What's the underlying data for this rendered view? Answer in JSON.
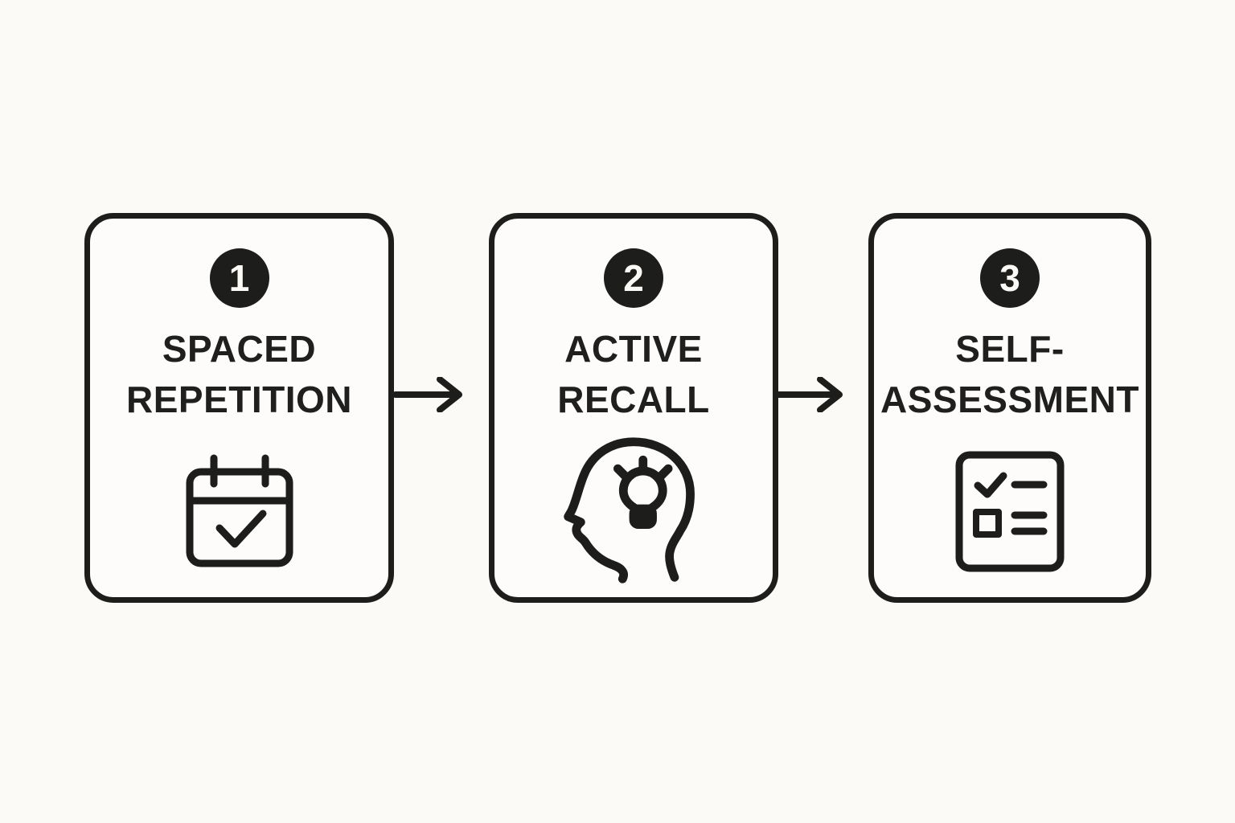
{
  "background_color": "#fbfaf7",
  "stroke_color": "#1d1d1b",
  "badge_text_color": "#fbfaf7",
  "diagram": {
    "type": "process-flow",
    "direction": "left-to-right",
    "steps": [
      {
        "number": "1",
        "label_line1": "SPACED",
        "label_line2": "REPETITION",
        "icon": "calendar-check-icon"
      },
      {
        "number": "2",
        "label_line1": "ACTIVE",
        "label_line2": "RECALL",
        "icon": "head-lightbulb-icon"
      },
      {
        "number": "3",
        "label_line1": "SELF-",
        "label_line2": "ASSESSMENT",
        "icon": "checklist-icon"
      }
    ],
    "connectors": [
      {
        "from": "1",
        "to": "2",
        "type": "arrow-right"
      },
      {
        "from": "2",
        "to": "3",
        "type": "arrow-right"
      }
    ]
  }
}
